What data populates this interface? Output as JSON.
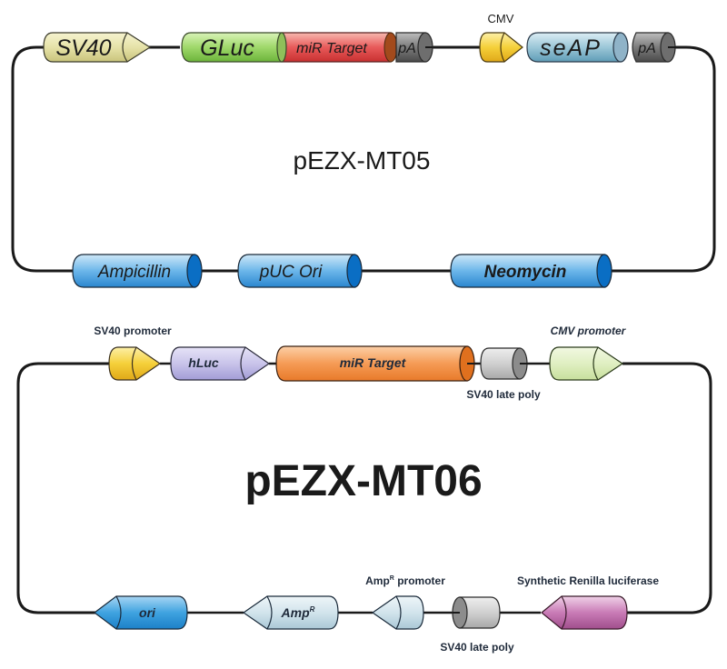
{
  "colors": {
    "line": "#1a1a1a",
    "sv40": "#e6e2a8",
    "gluc": "#9fd86a",
    "mir_red": "#e85a5a",
    "mir_cap": "#a34a1c",
    "pa_gray": "#6e6e6e",
    "cmv_yellow": "#f5d03a",
    "seap_blue": "#9cc7d8",
    "blue_cyl": "#4aa0e0",
    "blue_cap": "#0a6ec4",
    "hluc_purple": "#c9c4ea",
    "mir_orange": "#f59b55",
    "mir_orange_cap": "#e0701e",
    "poly_gray": "#c8c8c8",
    "cmv_green": "#e0efc2",
    "ori_blue": "#3fa3e0",
    "amp_light": "#d2e4ec",
    "renilla": "#c97bb6",
    "label_text": "#1f2a3a"
  },
  "map1": {
    "title": "pEZX-MT05",
    "elements": [
      {
        "name": "SV40",
        "type": "promoter"
      },
      {
        "name": "GLuc",
        "type": "gene"
      },
      {
        "name": "miR Target",
        "type": "target"
      },
      {
        "name": "pA",
        "type": "polyA"
      },
      {
        "name": "CMV",
        "type": "promoter"
      },
      {
        "name": "seAP",
        "type": "gene"
      },
      {
        "name": "pA",
        "type": "polyA"
      },
      {
        "name": "Ampicillin",
        "type": "gene"
      },
      {
        "name": "pUC Ori",
        "type": "origin"
      },
      {
        "name": "Neomycin",
        "type": "gene"
      }
    ],
    "labels": {
      "sv40": "SV40",
      "gluc": "GLuc",
      "mir": "miR Target",
      "pa1": "pA",
      "cmv": "CMV",
      "seap": "seAP",
      "pa2": "pA",
      "amp": "Ampicillin",
      "puc": "pUC Ori",
      "neo": "Neomycin"
    }
  },
  "map2": {
    "title": "pEZX-MT06",
    "labels": {
      "sv40_promoter": "SV40 promoter",
      "hluc": "hLuc",
      "mir": "miR Target",
      "sv40_poly_top": "SV40 late poly",
      "cmv_promoter": "CMV promoter",
      "ori": "ori",
      "amp": "Amp",
      "amp_sup": "R",
      "amp_promoter": "Amp",
      "amp_promoter_sup": "R",
      "amp_promoter_rest": " promoter",
      "sv40_poly_bottom": "SV40 late poly",
      "renilla": "Synthetic Renilla luciferase"
    }
  }
}
